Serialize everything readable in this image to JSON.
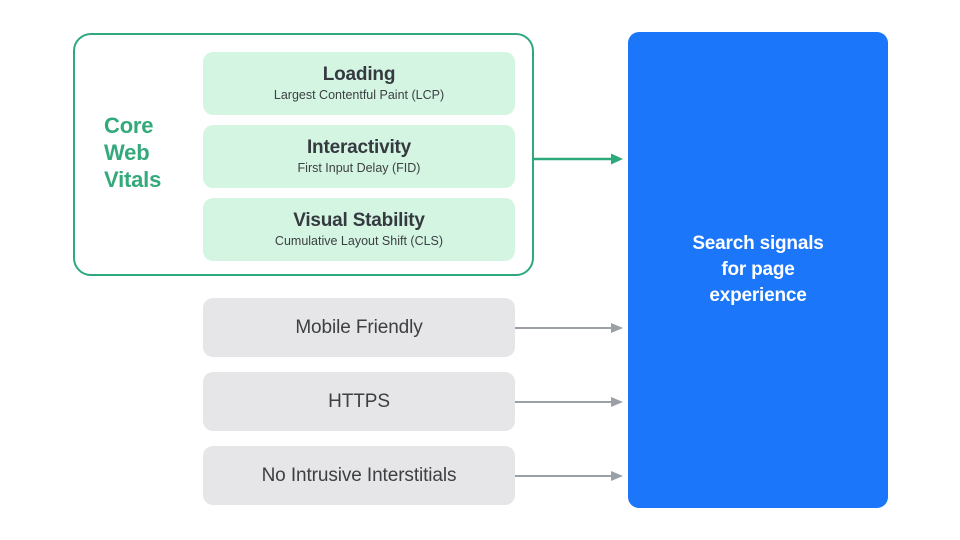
{
  "diagram": {
    "core_web_vitals": {
      "group_label": "Core\nWeb\nVitals",
      "border_color": "#2EA97C",
      "label_color": "#34A97B",
      "card_fill": "#D5F5E3",
      "metrics": [
        {
          "title": "Loading",
          "subtitle": "Largest Contentful Paint (LCP)"
        },
        {
          "title": "Interactivity",
          "subtitle": "First Input Delay (FID)"
        },
        {
          "title": "Visual Stability",
          "subtitle": "Cumulative Layout Shift (CLS)"
        }
      ]
    },
    "other_signals": {
      "box_fill": "#E6E6E8",
      "items": [
        {
          "label": "Mobile Friendly"
        },
        {
          "label": "HTTPS"
        },
        {
          "label": "No Intrusive Interstitials"
        }
      ]
    },
    "outcome": {
      "text": "Search signals\nfor page\nexperience",
      "fill": "#1B76FA",
      "text_color": "#FFFFFF"
    },
    "connectors": {
      "green_arrow_color": "#2EA97C",
      "gray_arrow_color": "#9AA0A6"
    }
  }
}
